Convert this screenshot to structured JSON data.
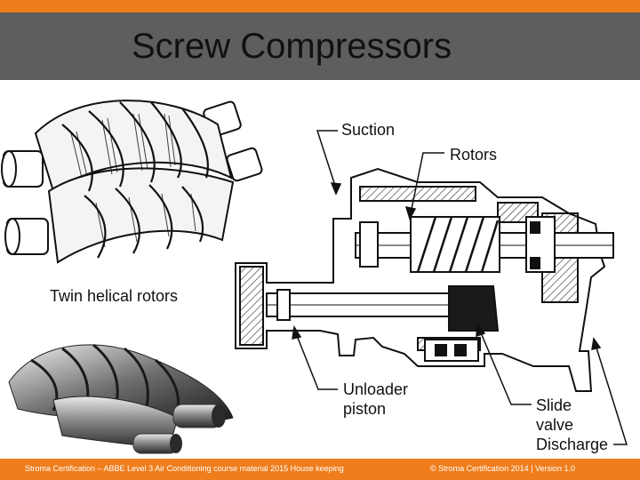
{
  "slide": {
    "title": "Screw Compressors",
    "labels": {
      "twin_rotors": "Twin helical rotors",
      "suction": "Suction",
      "rotors": "Rotors",
      "unloader_line1": "Unloader",
      "unloader_line2": "piston",
      "slide_line1": "Slide",
      "slide_line2": "valve",
      "discharge": "Discharge"
    },
    "footer": {
      "left": "Stroma Certification – ABBE Level 3 Air Conditioning course material 2015 House keeping",
      "right": "© Stroma Certification 2014 |  Version 1.0"
    },
    "colors": {
      "accent": "#ef7d1c",
      "title_bar": "#5e5e5e"
    }
  }
}
